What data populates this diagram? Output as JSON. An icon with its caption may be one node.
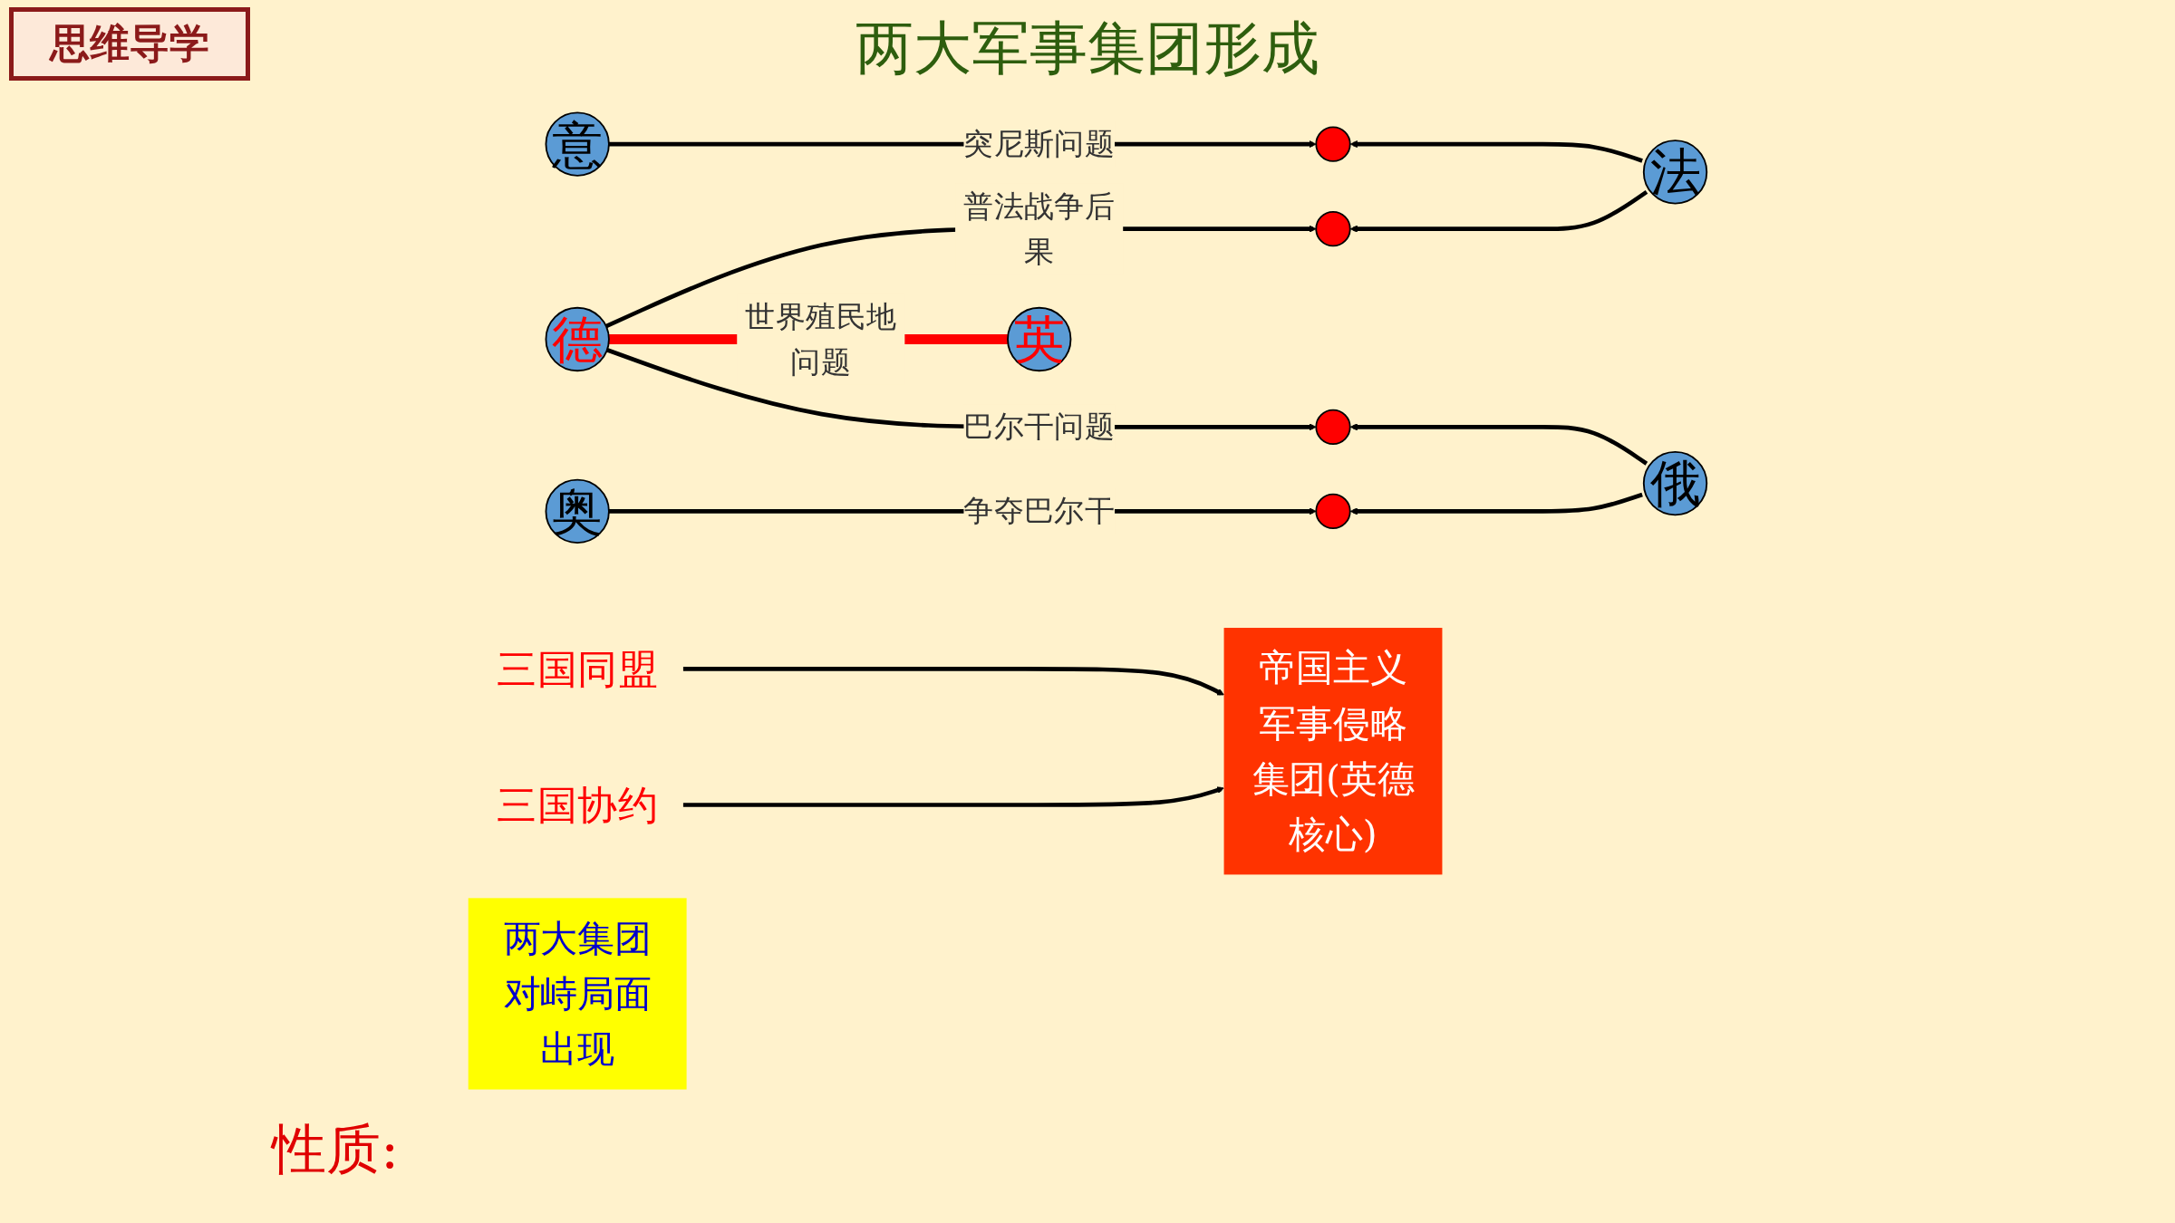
{
  "diagram": {
    "title": "两大军事集团形成",
    "nodes": [
      {
        "text": [
          "意"
        ]
      },
      {
        "text": [
          "法"
        ]
      },
      {
        "text": [
          "德"
        ]
      },
      {
        "text": [
          "英"
        ]
      },
      {
        "text": [
          "奥"
        ]
      },
      {
        "text": [
          "俄"
        ]
      },
      {
        "text": [],
        "shape": "star"
      },
      {
        "text": [],
        "shape": "star"
      },
      {
        "text": [],
        "shape": "star"
      },
      {
        "text": [],
        "shape": "star"
      },
      {
        "text": [
          "三国同盟"
        ]
      },
      {
        "text": [
          "三国协约"
        ]
      },
      {
        "text": [
          "两大集团对峙局面出现"
        ]
      },
      {
        "text": [
          "帝国主义军事侵略集团(英德核心)"
        ]
      }
    ],
    "edges": [
      {
        "from": 0,
        "to": 6,
        "arrow": "to",
        "label": "突尼斯问题"
      },
      {
        "from": 1,
        "to": 6,
        "arrow": "to"
      },
      {
        "from": 2,
        "to": 7,
        "arrow": "to",
        "label": "普法战争后果"
      },
      {
        "from": 1,
        "to": 7,
        "arrow": "to"
      },
      {
        "from": 2,
        "to": 3,
        "arrow": "none",
        "label": "世界殖民地问题",
        "style": "thick",
        "color": "#ff0000"
      },
      {
        "from": 2,
        "to": 8,
        "arrow": "to",
        "label": "巴尔干问题"
      },
      {
        "from": 5,
        "to": 8,
        "arrow": "to"
      },
      {
        "from": 4,
        "to": 9,
        "arrow": "to",
        "label": "争夺巴尔干"
      },
      {
        "from": 5,
        "to": 9,
        "arrow": "to"
      },
      {
        "from": 10,
        "to": 13,
        "arrow": "to"
      },
      {
        "from": 11,
        "to": 13,
        "arrow": "to"
      }
    ],
    "labels": [
      "思维导学",
      "性质:"
    ]
  }
}
